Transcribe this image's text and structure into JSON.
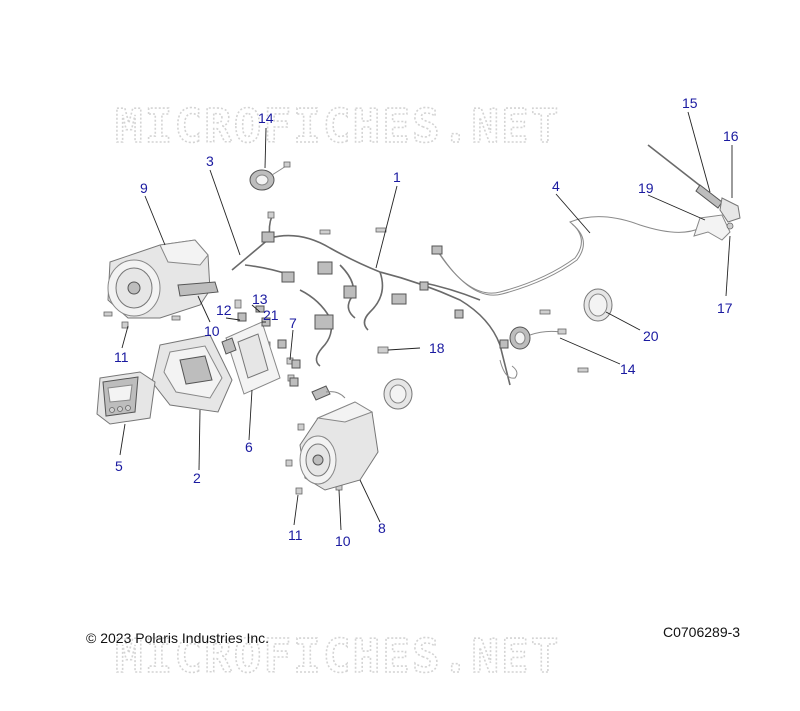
{
  "watermark": {
    "text": "MICROFICHES.NET"
  },
  "copyright": "© 2023 Polaris Industries Inc.",
  "diagram_code": "C0706289-3",
  "callouts": [
    {
      "id": "c1",
      "text": "1"
    },
    {
      "id": "c2",
      "text": "2"
    },
    {
      "id": "c3",
      "text": "3"
    },
    {
      "id": "c4",
      "text": "4"
    },
    {
      "id": "c5",
      "text": "5"
    },
    {
      "id": "c6",
      "text": "6"
    },
    {
      "id": "c7",
      "text": "7"
    },
    {
      "id": "c8",
      "text": "8"
    },
    {
      "id": "c9",
      "text": "9"
    },
    {
      "id": "c10a",
      "text": "10"
    },
    {
      "id": "c10b",
      "text": "10"
    },
    {
      "id": "c11a",
      "text": "11"
    },
    {
      "id": "c11b",
      "text": "11"
    },
    {
      "id": "c12",
      "text": "12"
    },
    {
      "id": "c13",
      "text": "13"
    },
    {
      "id": "c14a",
      "text": "14"
    },
    {
      "id": "c14b",
      "text": "14"
    },
    {
      "id": "c15",
      "text": "15"
    },
    {
      "id": "c16",
      "text": "16"
    },
    {
      "id": "c17",
      "text": "17"
    },
    {
      "id": "c18",
      "text": "18"
    },
    {
      "id": "c19",
      "text": "19"
    },
    {
      "id": "c20",
      "text": "20"
    },
    {
      "id": "c21",
      "text": "21"
    }
  ]
}
